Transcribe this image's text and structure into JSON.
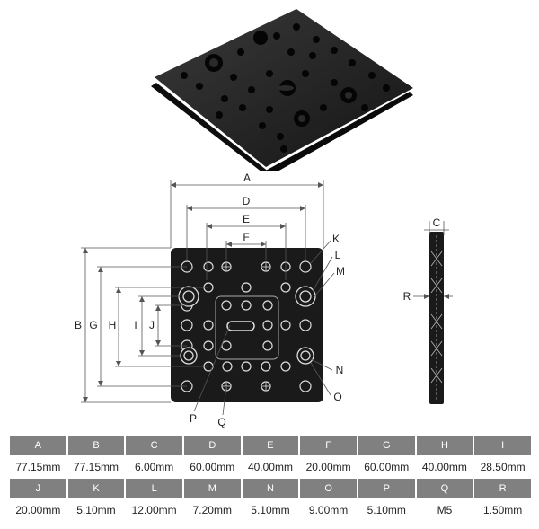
{
  "drawing_labels": {
    "A": "A",
    "B": "B",
    "C": "C",
    "D": "D",
    "E": "E",
    "F": "F",
    "G": "G",
    "H": "H",
    "I": "I",
    "J": "J",
    "K": "K",
    "L": "L",
    "M": "M",
    "N": "N",
    "O": "O",
    "P": "P",
    "Q": "Q",
    "R": "R"
  },
  "spec_table": {
    "row1": {
      "headers": [
        "A",
        "B",
        "C",
        "D",
        "E",
        "F",
        "G",
        "H",
        "I"
      ],
      "values": [
        "77.15mm",
        "77.15mm",
        "6.00mm",
        "60.00mm",
        "40.00mm",
        "20.00mm",
        "60.00mm",
        "40.00mm",
        "28.50mm"
      ]
    },
    "row2": {
      "headers": [
        "J",
        "K",
        "L",
        "M",
        "N",
        "O",
        "P",
        "Q",
        "R"
      ],
      "values": [
        "20.00mm",
        "5.10mm",
        "12.00mm",
        "7.20mm",
        "5.10mm",
        "9.00mm",
        "5.10mm",
        "M5",
        "1.50mm"
      ]
    }
  },
  "colors": {
    "plate": "#1a1a1a",
    "line": "#555555",
    "header_bg": "#808080"
  }
}
